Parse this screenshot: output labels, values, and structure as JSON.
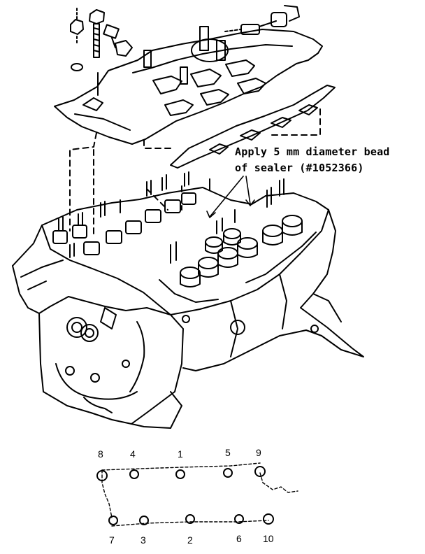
{
  "figure": {
    "callout_line1": "Apply 5 mm diameter bead",
    "callout_line2": "of sealer (#1052366)"
  },
  "bolt_sequence": {
    "top_row": [
      "8",
      "4",
      "1",
      "5",
      "9"
    ],
    "bottom_row": [
      "7",
      "3",
      "2",
      "6",
      "10"
    ]
  },
  "colors": {
    "ink": "#000000",
    "paper": "#ffffff"
  }
}
